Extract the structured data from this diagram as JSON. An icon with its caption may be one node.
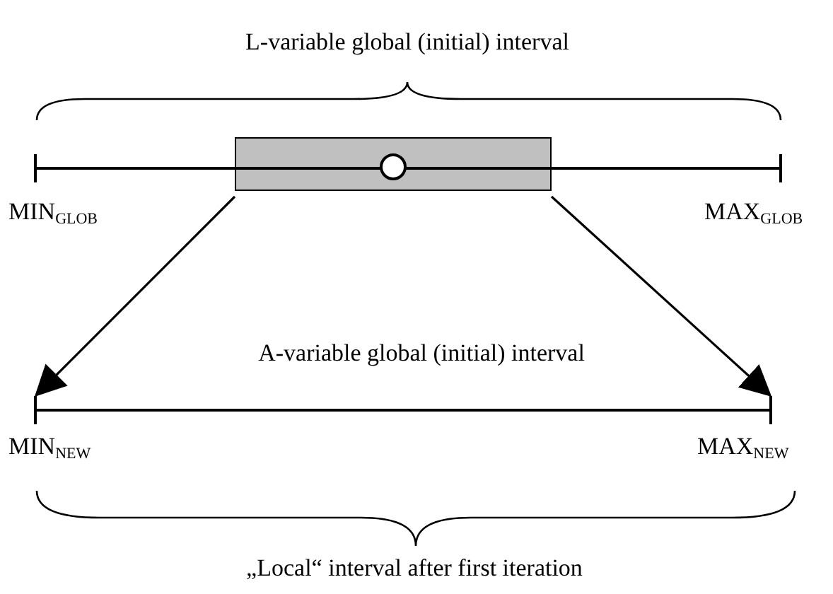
{
  "diagram": {
    "nodes": [
      {
        "text": [],
        "shape": "box"
      },
      {
        "text": [],
        "shape": "bar"
      }
    ],
    "edges": [
      {
        "from": 0,
        "to": 1,
        "arrow": "to"
      },
      {
        "from": 0,
        "to": 1,
        "arrow": "to"
      }
    ],
    "labels": [
      "L-variable global (initial) interval",
      "MIN$_{GLOB}$",
      "MAX$_{GLOB}$",
      "A-variable global (initial) interval",
      "MIN$_{NEW}$",
      "MAX$_{NEW}$",
      "„Local“ interval after first iteration"
    ]
  }
}
